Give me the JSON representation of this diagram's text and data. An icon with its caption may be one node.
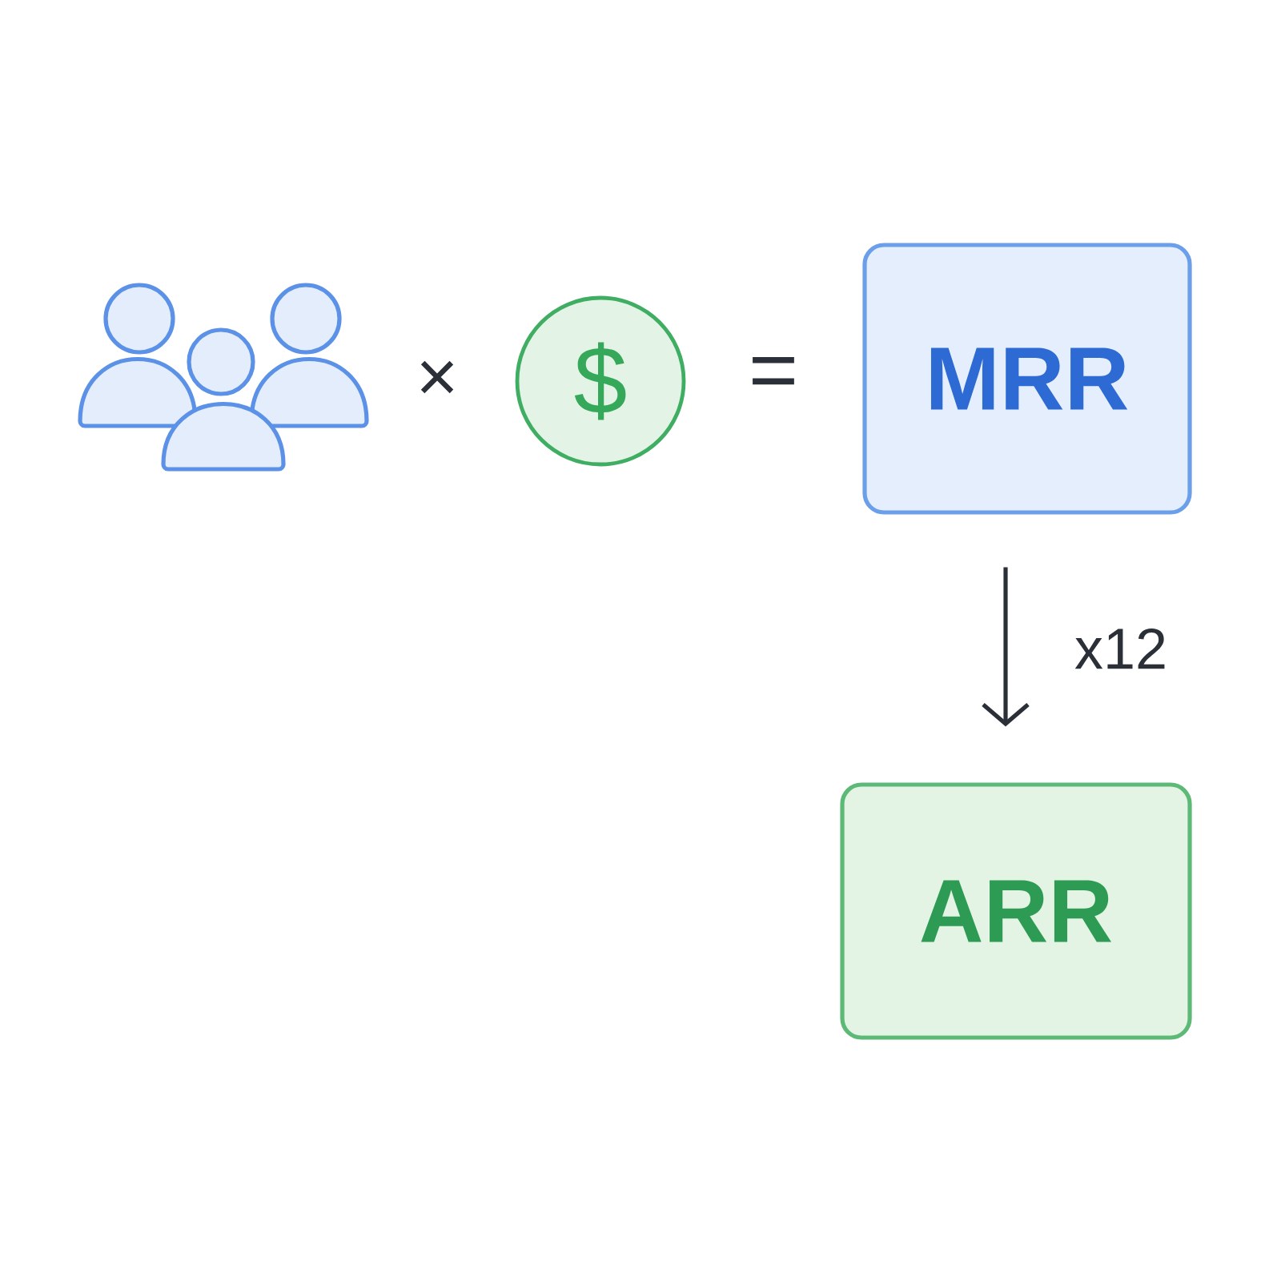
{
  "diagram": {
    "nodes": [
      {
        "text": [],
        "shape": "person"
      },
      {
        "text": [
          "$"
        ]
      },
      {
        "text": [
          "MRR"
        ]
      },
      {
        "text": [
          "ARR"
        ]
      }
    ],
    "edges": [
      {
        "from": 2,
        "to": 3,
        "arrow": "to",
        "label": "x12"
      }
    ],
    "labels": [
      "×",
      "="
    ]
  }
}
